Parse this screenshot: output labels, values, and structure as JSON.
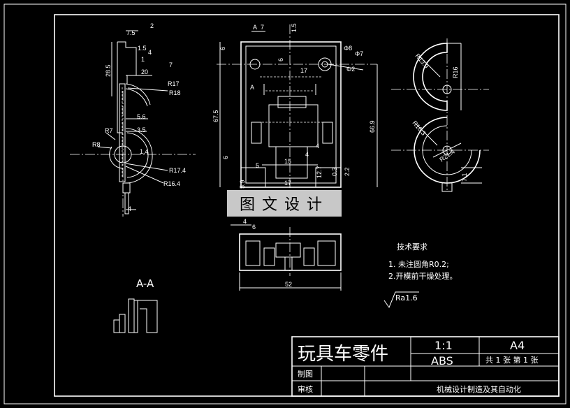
{
  "title_block": {
    "part_name": "玩具车零件",
    "scale": "1:1",
    "material": "ABS",
    "paper_size": "A4",
    "sheet_info": "共 1 张   第 1 张",
    "drawn_by_label": "制图",
    "checked_by_label": "审核",
    "organization": "机械设计制造及其自动化"
  },
  "technical_requirements": {
    "heading": "技术要求",
    "items": [
      "1. 未注圆角R0.2;",
      "2.开模前干燥处理。"
    ]
  },
  "roughness": "Ra1.6",
  "section_label": "A-A",
  "watermark": "图文设计",
  "dimensions": {
    "side_view": [
      "7.5",
      "2",
      "1.5",
      "4",
      "1",
      "7",
      "28.5",
      "20",
      "R17",
      "R18",
      "5.6",
      "3.5",
      "R7",
      "R8",
      "1.4",
      "R17.4",
      "R16.4",
      "4"
    ],
    "front_view": [
      "A",
      "7",
      "1.5",
      "6",
      "6",
      "Φ8",
      "Φ7",
      "Φ2",
      "17",
      "A",
      "67.5",
      "6",
      "4",
      "15",
      "4",
      "5",
      "17",
      "12.7",
      "0.3",
      "2.2",
      "66.9",
      "5.9"
    ],
    "right_view": [
      "R13.9",
      "R16",
      "R16.3",
      "R21.4",
      "7.1"
    ],
    "bottom_view": [
      "4",
      "6",
      "52"
    ]
  },
  "colors": {
    "background": "#000000",
    "lines": "#ffffff",
    "watermark_bg": "#c8c8c8"
  }
}
